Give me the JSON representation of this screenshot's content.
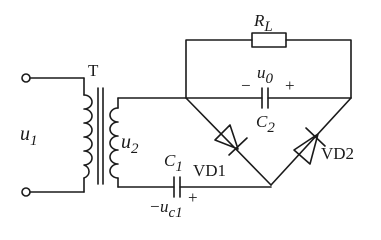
{
  "labels": {
    "input_voltage": "u",
    "input_voltage_sub": "1",
    "transformer": "T",
    "secondary_voltage": "u",
    "secondary_voltage_sub": "2",
    "load_resistor": "R",
    "load_resistor_sub": "L",
    "output_voltage": "u",
    "output_voltage_sub": "0",
    "capacitor_c2": "C",
    "capacitor_c2_sub": "2",
    "capacitor_c1": "C",
    "capacitor_c1_sub": "1",
    "c1_voltage": "u",
    "c1_voltage_sub": "c1",
    "diode_vd1": "VD1",
    "diode_vd2": "VD2",
    "minus_sign": "−",
    "plus_sign": "+"
  }
}
